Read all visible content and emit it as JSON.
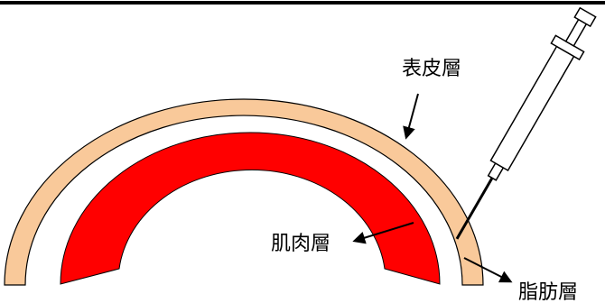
{
  "labels": {
    "epidermis": "表皮層",
    "muscle": "肌肉層",
    "fat": "脂肪層"
  },
  "colors": {
    "epidermis": "#F9C99A",
    "muscle": "#FF0000",
    "fat": "#FFFFFF",
    "outline": "#000000"
  }
}
